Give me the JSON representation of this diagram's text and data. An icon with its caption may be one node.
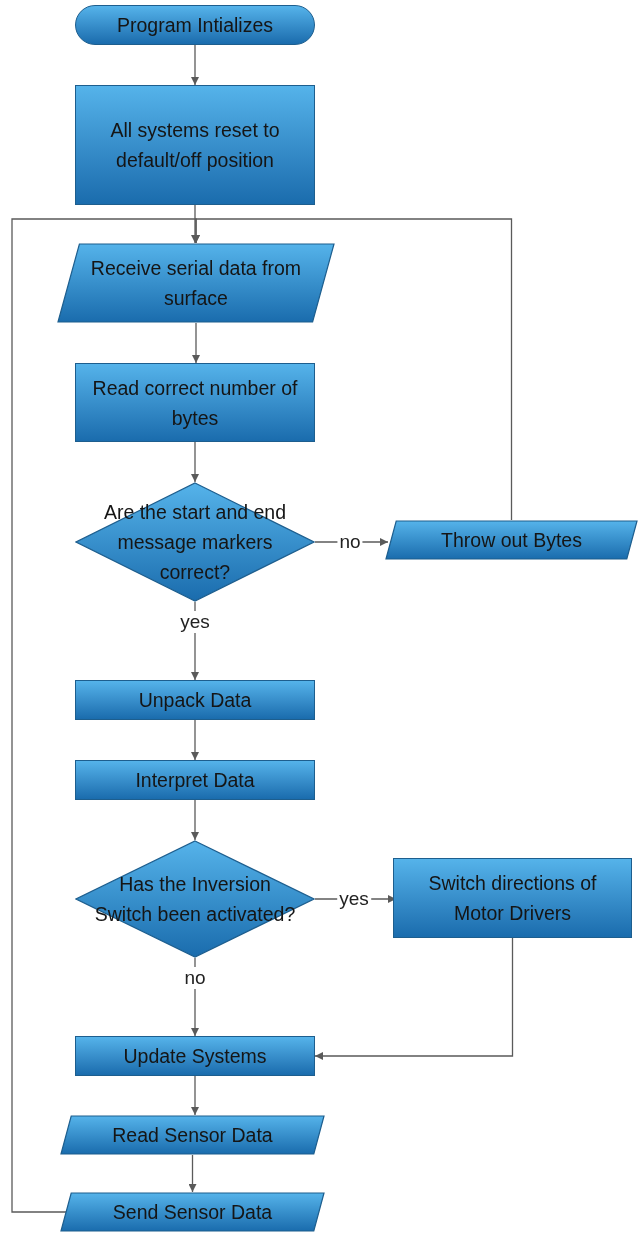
{
  "diagram": {
    "nodes": [
      {
        "text": [
          "Program Intializes"
        ]
      },
      {
        "text": [
          "All systems reset to default/off position"
        ]
      },
      {
        "text": [
          "Receive serial data from surface"
        ]
      },
      {
        "text": [
          "Read correct number of bytes"
        ]
      },
      {
        "text": [
          "Are the start and end message markers correct?"
        ]
      },
      {
        "text": [
          "Throw out Bytes"
        ]
      },
      {
        "text": [
          "Unpack Data"
        ]
      },
      {
        "text": [
          "Interpret Data"
        ]
      },
      {
        "text": [
          "Has the Inversion Switch been activated?"
        ]
      },
      {
        "text": [
          "Switch directions of Motor Drivers"
        ]
      },
      {
        "text": [
          "Update Systems"
        ]
      },
      {
        "text": [
          "Read Sensor Data"
        ]
      },
      {
        "text": [
          "Send Sensor Data"
        ]
      }
    ],
    "edges": [
      {
        "from": 0,
        "to": 1,
        "arrow": "to"
      },
      {
        "from": 1,
        "to": 2,
        "arrow": "to"
      },
      {
        "from": 2,
        "to": 3,
        "arrow": "to"
      },
      {
        "from": 3,
        "to": 4,
        "arrow": "to"
      },
      {
        "from": 4,
        "to": 5,
        "arrow": "to",
        "label": "no"
      },
      {
        "from": 5,
        "to": 2,
        "arrow": "to"
      },
      {
        "from": 4,
        "to": 6,
        "arrow": "to",
        "label": "yes"
      },
      {
        "from": 6,
        "to": 7,
        "arrow": "to"
      },
      {
        "from": 7,
        "to": 8,
        "arrow": "to"
      },
      {
        "from": 8,
        "to": 9,
        "arrow": "to",
        "label": "yes"
      },
      {
        "from": 8,
        "to": 10,
        "arrow": "to",
        "label": "no"
      },
      {
        "from": 9,
        "to": 10,
        "arrow": "to"
      },
      {
        "from": 10,
        "to": 11,
        "arrow": "to"
      },
      {
        "from": 11,
        "to": 12,
        "arrow": "to"
      },
      {
        "from": 12,
        "to": 2,
        "arrow": "to"
      }
    ]
  }
}
